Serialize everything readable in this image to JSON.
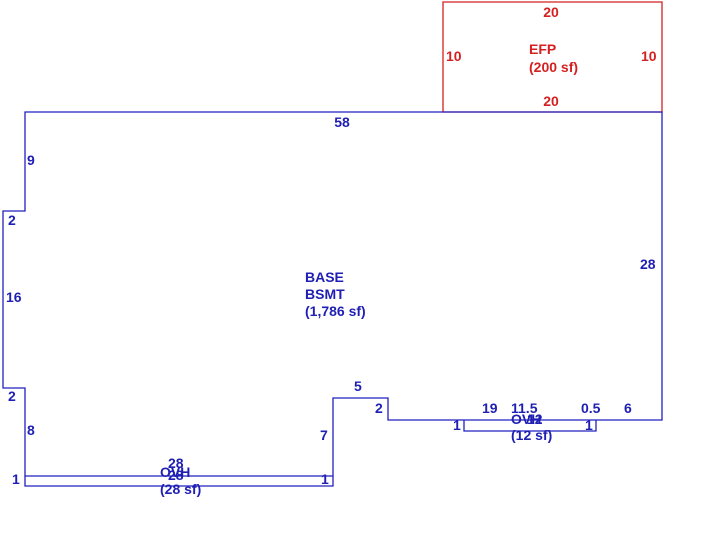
{
  "areas": {
    "efp": {
      "name": "EFP",
      "area": "(200 sf)",
      "color": "#d42020",
      "dims": {
        "top": "20",
        "bottom": "20",
        "left": "10",
        "right": "10"
      }
    },
    "base": {
      "line1": "BASE",
      "line2": "BSMT",
      "area": "(1,786 sf)",
      "color": "#1f1fb4"
    },
    "ovh_right": {
      "name": "OVH",
      "area": "(12 sf)",
      "dims": {
        "top": "12",
        "left": "1",
        "right": "1"
      }
    },
    "ovh_left": {
      "name": "OVH",
      "area": "(28 sf)",
      "dims": {
        "top": "28",
        "bottom": "28",
        "left": "1",
        "right": "1"
      }
    }
  },
  "base_dims": {
    "top": "58",
    "left_upper": "9",
    "step_upper": "2",
    "left_mid": "16",
    "step_lower": "2",
    "left_lower": "8",
    "right": "28",
    "notch_up": "7",
    "notch_top": "5",
    "notch_down": "2",
    "bottom_a": "19",
    "bottom_b": "11.5",
    "bottom_c": "0.5",
    "bottom_d": "6"
  }
}
